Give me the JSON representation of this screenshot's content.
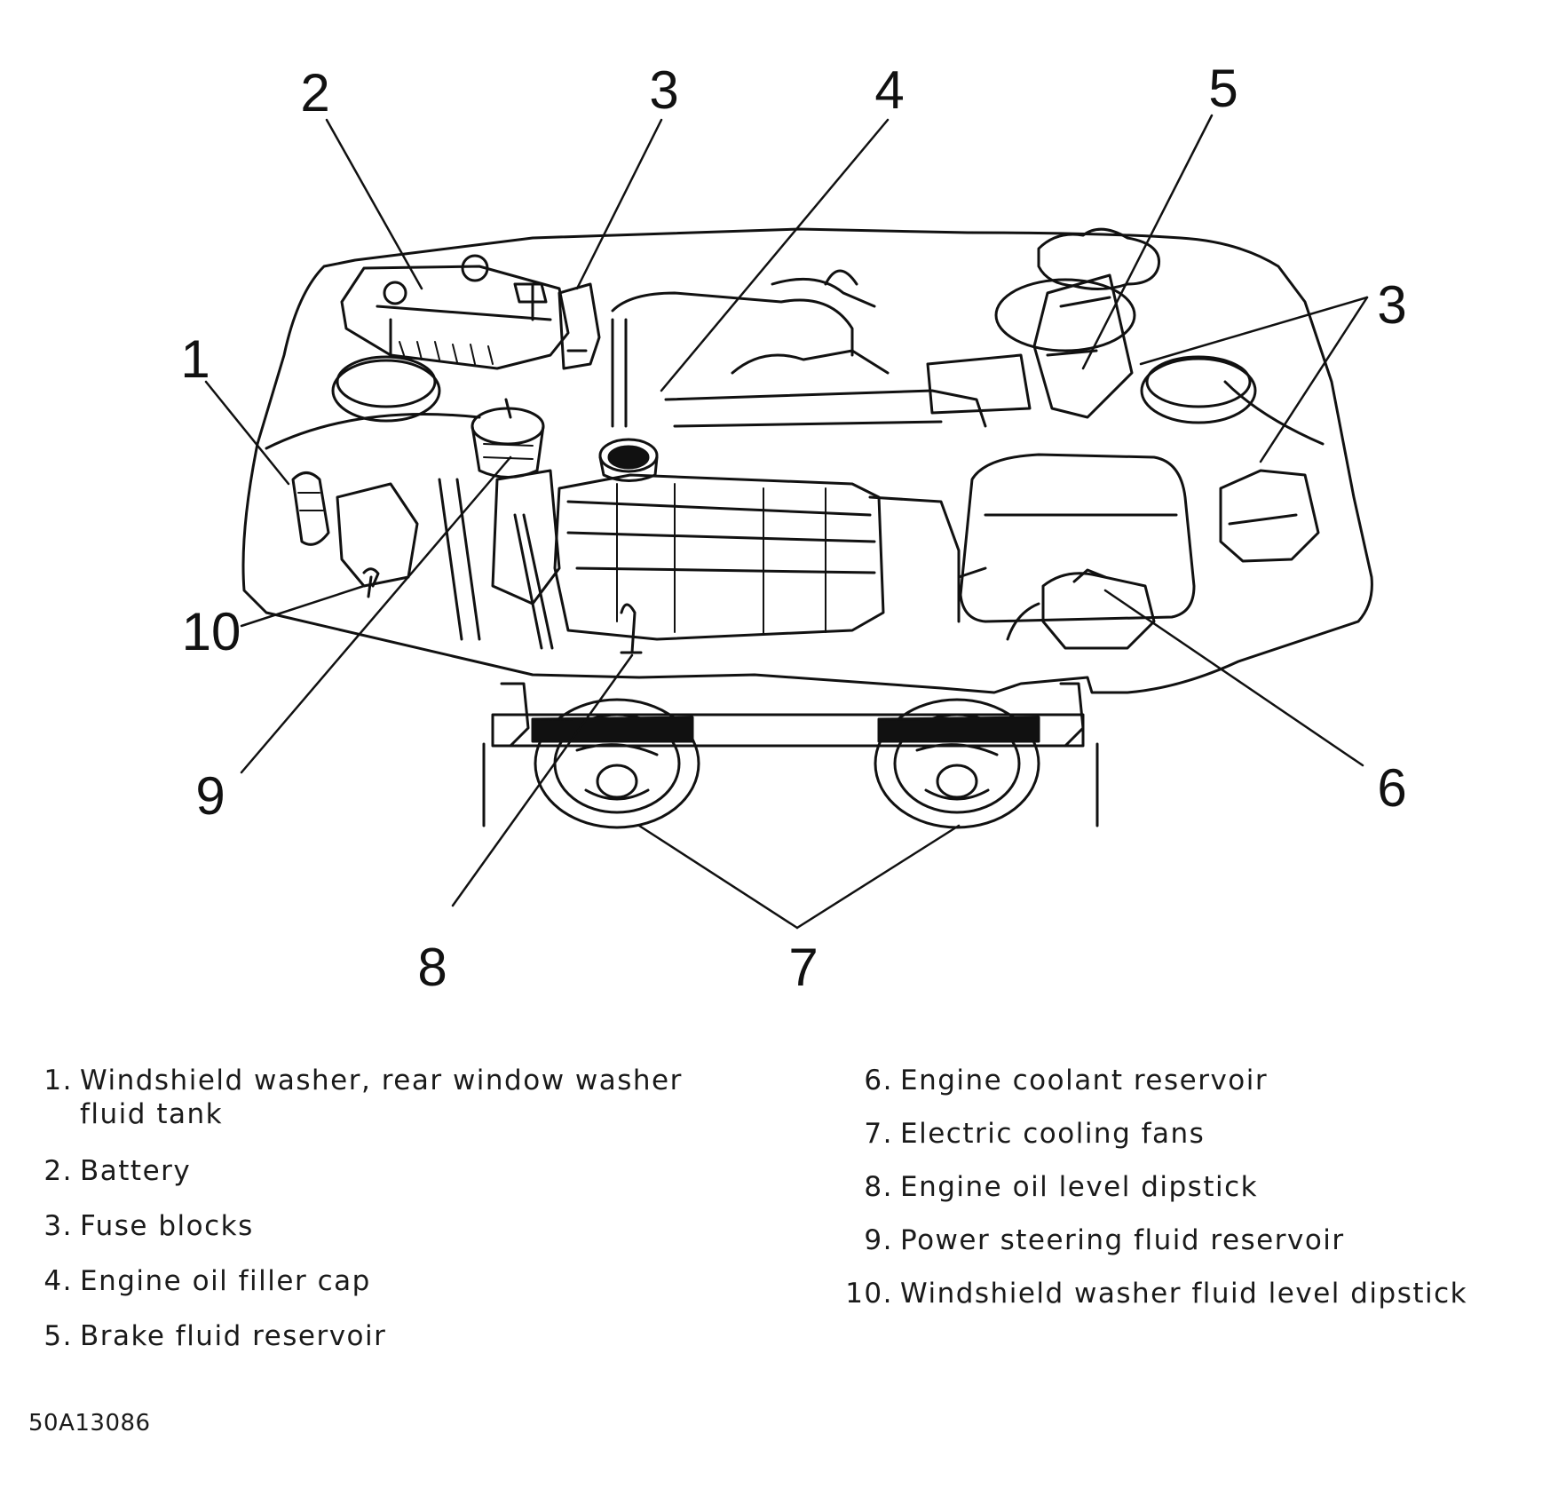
{
  "callouts": {
    "n1": "1",
    "n2": "2",
    "n3a": "3",
    "n3b": "3",
    "n4": "4",
    "n5": "5",
    "n6": "6",
    "n7": "7",
    "n8": "8",
    "n9": "9",
    "n10": "10"
  },
  "legend": {
    "left": [
      {
        "num": "1.",
        "text": "Windshield washer, rear window washer",
        "text2": "fluid tank"
      },
      {
        "num": "2.",
        "text": "Battery"
      },
      {
        "num": "3.",
        "text": "Fuse blocks"
      },
      {
        "num": "4.",
        "text": "Engine oil filler cap"
      },
      {
        "num": "5.",
        "text": "Brake fluid reservoir"
      }
    ],
    "right": [
      {
        "num": "6.",
        "text": "Engine coolant reservoir"
      },
      {
        "num": "7.",
        "text": "Electric cooling fans"
      },
      {
        "num": "8.",
        "text": "Engine oil level dipstick"
      },
      {
        "num": "9.",
        "text": "Power steering fluid reservoir"
      },
      {
        "num": "10.",
        "text": "Windshield washer fluid level dipstick"
      }
    ]
  },
  "figure_code": "50A13086"
}
